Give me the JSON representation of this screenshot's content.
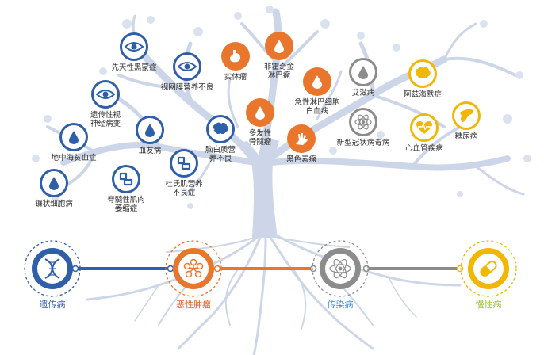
{
  "colors": {
    "blue": "#2f5fa8",
    "orange": "#e9762d",
    "gray": "#8c8c8c",
    "yellow": "#f2b705",
    "tree": "#c9d3e6"
  },
  "diseases": {
    "d1": {
      "label": "先天性黑蒙症",
      "icon": "eye-icon"
    },
    "d2": {
      "label": "视网膜营养不良",
      "icon": "eye-icon"
    },
    "d3": {
      "label": "遗传性视\n神经病变",
      "icon": "eye-icon"
    },
    "d4": {
      "label": "地中海贫血症",
      "icon": "blood-drop-icon"
    },
    "d5": {
      "label": "血友病",
      "icon": "blood-drop-icon"
    },
    "d6": {
      "label": "镰状细胞病",
      "icon": "blood-drop-icon"
    },
    "d7": {
      "label": "脊髓性肌肉\n萎缩症",
      "icon": "muscle-icon"
    },
    "d8": {
      "label": "杜氏肌营养\n不良症",
      "icon": "muscle-icon"
    },
    "d9": {
      "label": "脑白质营\n养不良",
      "icon": "brain-icon"
    },
    "d10": {
      "label": "实体瘤",
      "icon": "stomach-icon"
    },
    "d11": {
      "label": "非霍奇金\n淋巴瘤",
      "icon": "blood-drop-icon"
    },
    "d12": {
      "label": "急性淋巴细胞\n白血病",
      "icon": "blood-drop-icon"
    },
    "d13": {
      "label": "多发性\n骨髓瘤",
      "icon": "blood-drop-icon"
    },
    "d14": {
      "label": "黑色素瘤",
      "icon": "hand-icon"
    },
    "d15": {
      "label": "艾滋病",
      "icon": "blood-drop-icon"
    },
    "d16": {
      "label": "新型冠状病毒病",
      "icon": "atom-icon"
    },
    "d17": {
      "label": "阿兹海默症",
      "icon": "brain-icon"
    },
    "d18": {
      "label": "心血管疾病",
      "icon": "heart-icon"
    },
    "d19": {
      "label": "糖尿病",
      "icon": "pancreas-icon"
    }
  },
  "categories": {
    "genetic": {
      "label": "遗传病",
      "icon": "dna-icon"
    },
    "tumor": {
      "label": "恶性肿瘤",
      "icon": "cell-cluster-icon"
    },
    "infectious": {
      "label": "传染病",
      "icon": "atom-icon"
    },
    "chronic": {
      "label": "慢性病",
      "icon": "capsule-icon"
    }
  }
}
